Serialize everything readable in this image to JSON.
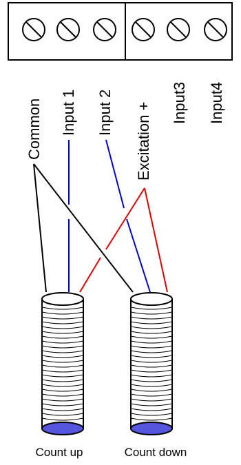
{
  "terminal_labels": {
    "common": "Common",
    "input1": "Input 1",
    "input2": "Input 2",
    "excitation": "Excitation +",
    "input3": "Input3",
    "input4": "Input4"
  },
  "sensors": {
    "count_up": "Count up",
    "count_down": "Count down"
  },
  "colors": {
    "wire_common": "#000000",
    "wire_signal": "#0000cc",
    "wire_excitation": "#dd0000",
    "sensor_face": "#5555dd"
  }
}
